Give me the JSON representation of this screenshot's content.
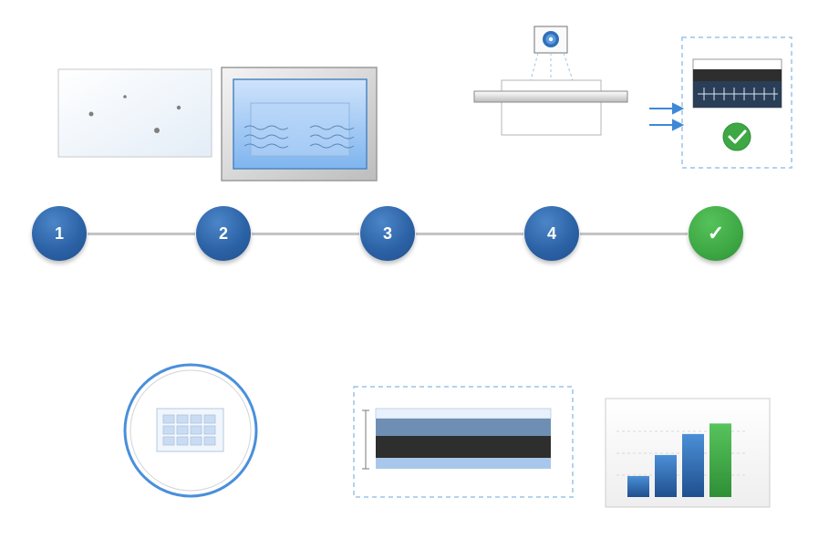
{
  "steps": [
    {
      "label": "1",
      "state": "pending",
      "color": "#2c63a6"
    },
    {
      "label": "2",
      "state": "pending",
      "color": "#2c63a6"
    },
    {
      "label": "3",
      "state": "pending",
      "color": "#2c63a6"
    },
    {
      "label": "4",
      "state": "pending",
      "color": "#2c63a6"
    },
    {
      "label": "✓",
      "state": "complete",
      "color": "#3ea844"
    }
  ],
  "colors": {
    "accent_blue": "#2c63a6",
    "success_green": "#3ea844",
    "connector": "#c4c4c4",
    "dashed_border": "#9cc3e8",
    "dark_band": "#2e2e2e"
  },
  "icons": {
    "stage1": "dotted-panel-icon",
    "stage2": "wavy-window-icon",
    "stage3": "camera-scanner-icon",
    "stage4": "verified-strip-icon",
    "grid_circle": "grid-in-circle-icon",
    "layer_stack": "layer-stack-icon",
    "bar_chart": "bar-chart-icon"
  },
  "chart_data": {
    "type": "bar",
    "categories": [
      "",
      "",
      "",
      ""
    ],
    "values": [
      24,
      48,
      72,
      84
    ],
    "series_colors": [
      "#2c63a6",
      "#2c63a6",
      "#2c63a6",
      "#3ea844"
    ],
    "ylim": [
      0,
      100
    ],
    "grid": true,
    "title": "",
    "xlabel": "",
    "ylabel": ""
  }
}
